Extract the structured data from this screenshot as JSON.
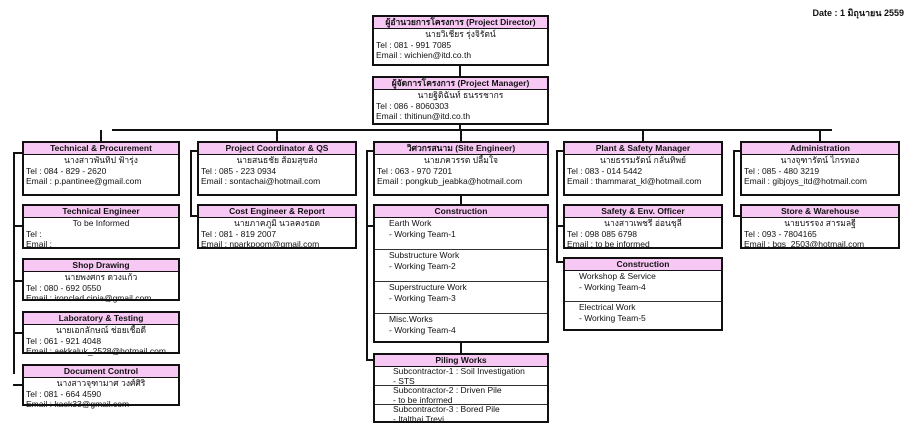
{
  "date_label": "Date :  1 มิถุนายน 2559",
  "director": {
    "title": "ผู้อำนวยการโครงการ (Project Director)",
    "name": "นายวิเชียร รุ่งจิรัตน์",
    "tel": "Tel : 081 - 991 7085",
    "email": "Email : wichien@itd.co.th"
  },
  "manager": {
    "title": "ผู้จัดการโครงการ (Project Manager)",
    "name": "นายฐิติฉันท์ ธนรรชากร",
    "tel": "Tel : 086 - 8060303",
    "email": "Email : thitinun@itd.co.th"
  },
  "people": [
    {
      "id": "tech-procurement",
      "title": "Technical & Procurement",
      "name": "นางสาวพันทิป ฟ้ารุ่ง",
      "tel": "Tel : 084 - 829 - 2620",
      "email": "Email : p.pantinee@gmail.com"
    },
    {
      "id": "technical-engineer",
      "title": "Technical Engineer",
      "name": "To be Informed",
      "tel": "Tel :",
      "email": "Email :"
    },
    {
      "id": "shop-drawing",
      "title": "Shop Drawing",
      "name": "นายพงศกร ดวงแก้ว",
      "tel": "Tel : 080 - 692 0550",
      "email": "Email : ironclad.cinia@gmail.com"
    },
    {
      "id": "laboratory-testing",
      "title": "Laboratory & Testing",
      "name": "นายเอกลักษณ์ ช่อยเชื้อดี",
      "tel": "Tel : 061 - 921 4048",
      "email": "Email : aekkaluk_2528@hotmail.com"
    },
    {
      "id": "document-control",
      "title": "Document Control",
      "name": "นางสาวจุฑามาศ วงศ์ศิริ",
      "tel": "Tel : 081 - 664 4590",
      "email": "Email : kaek33@gmail.com"
    },
    {
      "id": "project-coordinator",
      "title": "Project Coordinator & QS",
      "name": "นายสนธชัย ส้อมสุขส่ง",
      "tel": "Tel : 085 - 223 0934",
      "email": "Email : sontachai@hotmail.com"
    },
    {
      "id": "cost-engineer",
      "title": "Cost Engineer & Report",
      "name": "นายภาคภูมิ นวลคงรอด",
      "tel": "Tel : 081 - 819 2007",
      "email": "Email : nparkpoom@gmail.com"
    },
    {
      "id": "site-engineer",
      "title": "วิศวกรสนาม (Site Engineer)",
      "name": "นายภควรรต ปลื้มใจ",
      "tel": "Tel : 063 - 970 7201",
      "email": "Email : pongkub_jeabka@hotmail.com"
    },
    {
      "id": "plant-safety",
      "title": "Plant & Safety Manager",
      "name": "นายธรรมรัตน์ กลั่นทิพย์",
      "tel": "Tel : 083 - 014 5442",
      "email": "Email : thammarat_kl@hotmail.com"
    },
    {
      "id": "safety-officer",
      "title": "Safety & Env. Officer",
      "name": "นางสาวเพชรี อ่อนชุลี",
      "tel": "Tel :  098 085 6798",
      "email": "Email : to be informed"
    },
    {
      "id": "administration",
      "title": "Administration",
      "name": "นางจุฑารัตน์ ไกรทอง",
      "tel": "Tel : 085 - 480 3219",
      "email": "Email : gibjoys_itd@hotmail.com"
    },
    {
      "id": "store-warehouse",
      "title": "Store & Warehouse",
      "name": "นายบรรจง สารมลฐี",
      "tel": "Tel : 093 - 7804165",
      "email": "Email : bgs_2503@hotmail.com"
    }
  ],
  "lists": [
    {
      "id": "construction-main",
      "title": "Construction",
      "rows": [
        [
          "Earth Work",
          "- Working Team-1"
        ],
        [
          "Substructure Work",
          "- Working Team-2"
        ],
        [
          "Superstructure Work",
          "- Working Team-3"
        ],
        [
          "Misc.Works",
          "- Working Team-4"
        ]
      ]
    },
    {
      "id": "construction-plant",
      "title": "Construction",
      "rows": [
        [
          "Workshop & Service",
          "- Working Team-4"
        ],
        [
          "Electrical Work",
          "- Working Team-5"
        ]
      ]
    },
    {
      "id": "piling-works",
      "title": "Piling Works",
      "rows": [
        [
          "Subcontractor-1 : Soil Investigation",
          "- STS"
        ],
        [
          "Subcontractor-2 : Driven Pile",
          "- to be informed"
        ],
        [
          "Subcontractor-3 : Bored Pile",
          "- Italthai Trevi"
        ]
      ]
    }
  ],
  "colors": {
    "header_fill": "#f7c8f4",
    "border": "#111111"
  }
}
